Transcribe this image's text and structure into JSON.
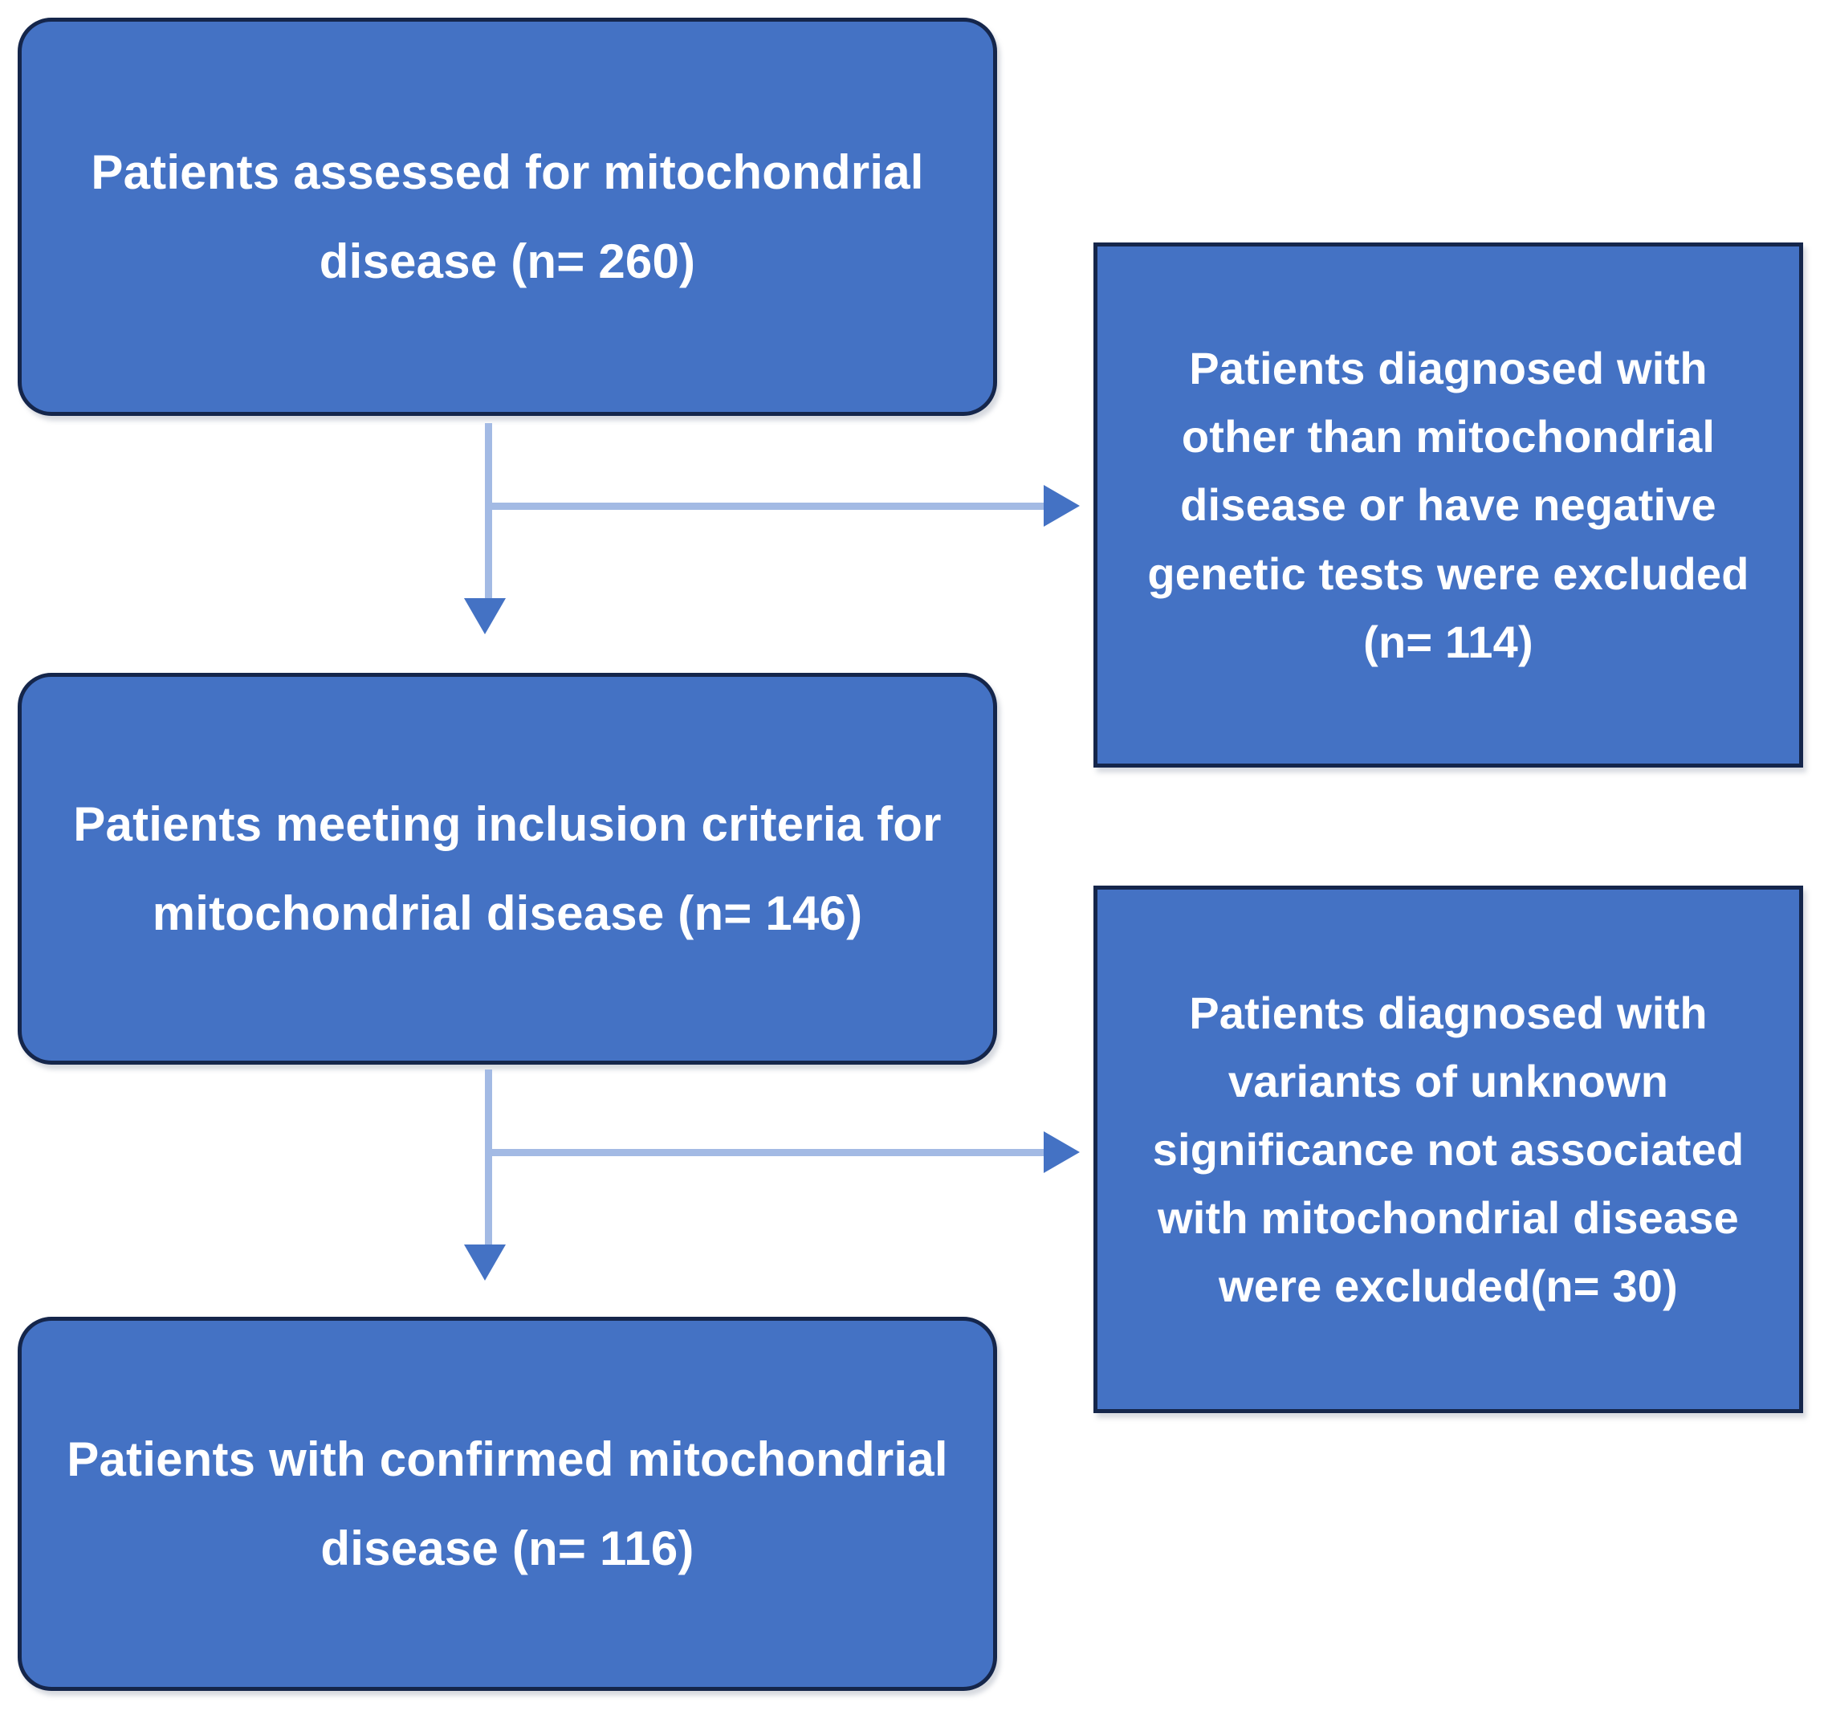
{
  "diagram": {
    "type": "flowchart",
    "orientation": "top-to-bottom with lateral exclusion branches",
    "palette": {
      "node_fill": "#4472C4",
      "node_border": "#15264B",
      "node_text": "#FFFFFF",
      "connector_line": "#A3BAE4",
      "connector_arrowhead": "#4472C4",
      "background": "#FFFFFF"
    },
    "nodes": [
      {
        "id": "assessed",
        "shape": "rounded-rectangle",
        "text": "Patients assessed for mitochondrial disease (n= 260)",
        "label_lines": [
          "Patients assessed for mitochondrial",
          "disease (n= 260)"
        ],
        "n": 260
      },
      {
        "id": "excluded-1",
        "shape": "rectangle",
        "text": "Patients diagnosed with other than mitochondrial disease or have negative genetic tests were excluded (n= 114)",
        "label_lines": [
          "Patients diagnosed with",
          "other than mitochondrial",
          "disease or have negative",
          "genetic tests were excluded",
          "(n= 114)"
        ],
        "n": 114
      },
      {
        "id": "inclusion",
        "shape": "rounded-rectangle",
        "text": "Patients meeting inclusion criteria for mitochondrial disease (n= 146)",
        "label_lines": [
          "Patients meeting inclusion criteria for",
          "mitochondrial disease (n= 146)"
        ],
        "n": 146
      },
      {
        "id": "excluded-2",
        "shape": "rectangle",
        "text": "Patients diagnosed with variants of unknown significance not associated with mitochondrial disease were excluded(n= 30)",
        "label_lines": [
          "Patients diagnosed with",
          "variants of unknown",
          "significance not associated",
          "with mitochondrial disease",
          "were excluded(n= 30)"
        ],
        "n": 30
      },
      {
        "id": "confirmed",
        "shape": "rounded-rectangle",
        "text": "Patients with confirmed mitochondrial disease (n= 116)",
        "label_lines": [
          "Patients with confirmed mitochondrial",
          "disease (n= 116)"
        ],
        "n": 116
      }
    ],
    "edges": [
      {
        "id": "e1-down",
        "from": "assessed",
        "to": "inclusion",
        "direction": "down"
      },
      {
        "id": "e1-right",
        "from": "assessed",
        "to": "excluded-1",
        "direction": "right"
      },
      {
        "id": "e2-down",
        "from": "inclusion",
        "to": "confirmed",
        "direction": "down"
      },
      {
        "id": "e2-right",
        "from": "inclusion",
        "to": "excluded-2",
        "direction": "right"
      }
    ]
  }
}
